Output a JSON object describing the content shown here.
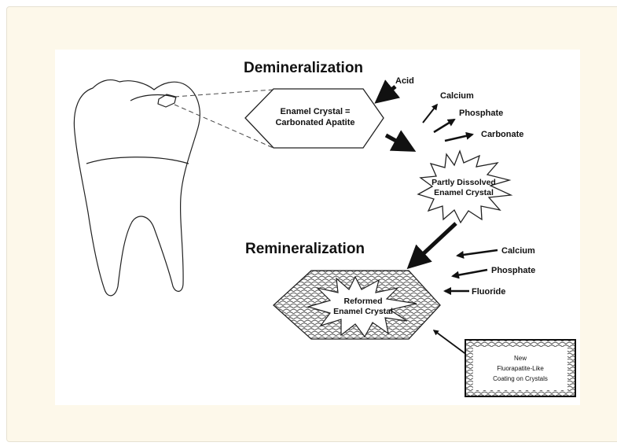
{
  "diagram": {
    "demineralization_title": "Demineralization",
    "remineralization_title": "Remineralization",
    "acid_label": "Acid",
    "enamel_crystal": {
      "line1": "Enamel Crystal =",
      "line2": "Carbonated Apatite"
    },
    "dissolved_outputs": [
      "Calcium",
      "Phosphate",
      "Carbonate"
    ],
    "partly_dissolved": {
      "line1": "Partly Dissolved",
      "line2": "Enamel Crystal"
    },
    "remineral_inputs": [
      "Calcium",
      "Phosphate",
      "Fluoride"
    ],
    "reformed_crystal": {
      "line1": "Reformed",
      "line2": "Enamel Crystal"
    },
    "coating_box": {
      "line1": "New",
      "line2": "Fluorapatite-Like",
      "line3": "Coating on Crystals"
    }
  }
}
